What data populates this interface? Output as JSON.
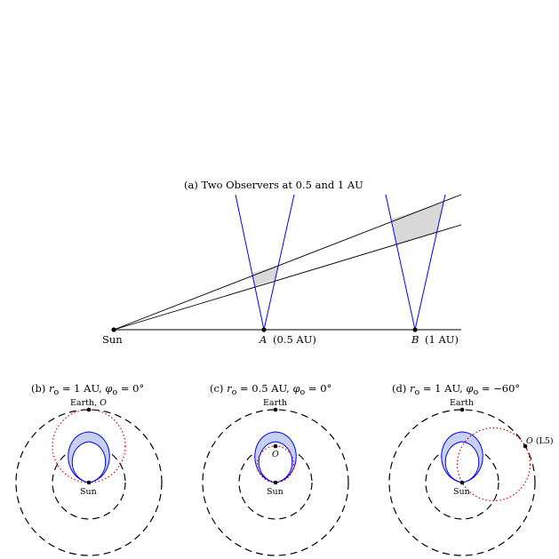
{
  "panel_a": {
    "title": "(a) Two Observers at 0.5 and 1 AU",
    "sun_label": "Sun",
    "obs_a_letter": "A",
    "obs_a_dist": "(0.5 AU)",
    "obs_b_letter": "B",
    "obs_b_dist": "(1 AU)"
  },
  "panel_b": {
    "title_prefix": "(b)",
    "r_label": "r",
    "r_sub": "o",
    "r_value": "= 1 AU,",
    "phi_label": "φ",
    "phi_sub": "o",
    "phi_value": "= 0°",
    "earth_label": "Earth,",
    "observer_label": "O",
    "sun_label": "Sun"
  },
  "panel_c": {
    "title_prefix": "(c)",
    "r_label": "r",
    "r_sub": "o",
    "r_value": "= 0.5 AU,",
    "phi_label": "φ",
    "phi_sub": "o",
    "phi_value": "= 0°",
    "earth_label": "Earth",
    "observer_label": "O",
    "sun_label": "Sun"
  },
  "panel_d": {
    "title_prefix": "(d)",
    "r_label": "r",
    "r_sub": "o",
    "r_value": "= 1 AU,",
    "phi_label": "φ",
    "phi_sub": "o",
    "phi_value": "= −60°",
    "earth_label": "Earth",
    "observer_label": "O",
    "observer_extra": "(L5)",
    "sun_label": "Sun"
  },
  "colors": {
    "sightline": "#0000ff",
    "observer_circle": "#e00000",
    "cme_fill": "#c8d0f0",
    "cme_stroke": "#0000ff",
    "shade": "#d8d8d8"
  }
}
